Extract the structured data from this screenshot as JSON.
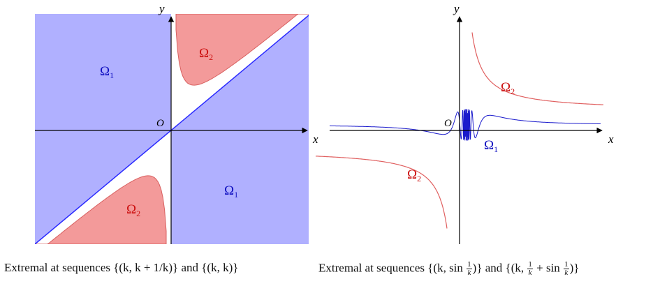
{
  "left_plot": {
    "axis_x": "x",
    "axis_y": "y",
    "origin": "O",
    "region_omega1": "Ω",
    "region_omega1_sub": "1",
    "region_omega2": "Ω",
    "region_omega2_sub": "2"
  },
  "right_plot": {
    "axis_x": "x",
    "axis_y": "y",
    "origin": "O",
    "region_omega1": "Ω",
    "region_omega1_sub": "1",
    "region_omega2": "Ω",
    "region_omega2_sub": "2"
  },
  "captions": {
    "left": {
      "prefix": "Extremal at sequences ",
      "seq1": "{(k, k + 1/k)}",
      "and": " and ",
      "seq2": "{(k, k)}"
    },
    "right": {
      "prefix": "Extremal at sequences ",
      "seq1_open": "{(k, sin ",
      "seq1_close": ")}",
      "and": " and ",
      "seq2_open": "{(k, ",
      "seq2_mid": " + sin ",
      "seq2_close": ")}",
      "frac_num": "1",
      "frac_den": "k"
    }
  },
  "colors": {
    "omega1_fill": "#b0b0ff",
    "omega2_fill": "#f39a9a",
    "blue_curve": "#1a1acc",
    "red_curve": "#e06060",
    "omega1_label": "#1010c0",
    "omega2_label": "#cc1010"
  }
}
